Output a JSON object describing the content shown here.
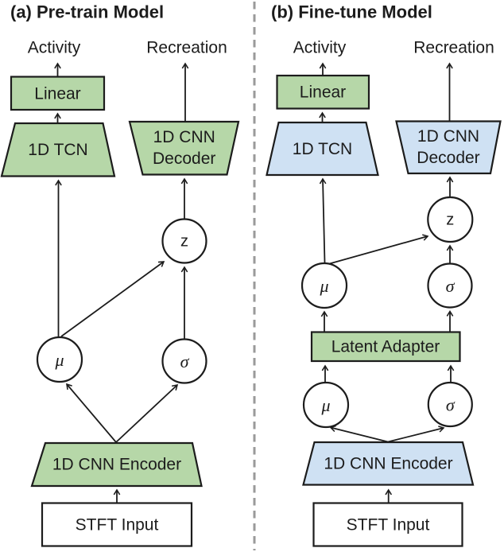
{
  "colors": {
    "green": "#b6d7a8",
    "blue": "#cfe1f3",
    "node_fill": "#ffffff",
    "line": "#1c1c1c",
    "divider": "#9a9a9a"
  },
  "panel_a": {
    "title": "(a) Pre-train Model",
    "output_left": "Activity",
    "output_right": "Recreation",
    "linear": "Linear",
    "tcn": "1D TCN",
    "decoder_line1": "1D CNN",
    "decoder_line2": "Decoder",
    "latent_z": "z",
    "mu": "μ",
    "sigma": "σ",
    "encoder": "1D CNN Encoder",
    "input": "STFT Input"
  },
  "panel_b": {
    "title": "(b) Fine-tune Model",
    "output_left": "Activity",
    "output_right": "Recreation",
    "linear": "Linear",
    "tcn": "1D TCN",
    "decoder_line1": "1D CNN",
    "decoder_line2": "Decoder",
    "latent_z": "z",
    "mu_upper": "μ",
    "sigma_upper": "σ",
    "latent_adapter": "Latent Adapter",
    "mu_lower": "μ",
    "sigma_lower": "σ",
    "encoder": "1D CNN Encoder",
    "input": "STFT Input"
  }
}
